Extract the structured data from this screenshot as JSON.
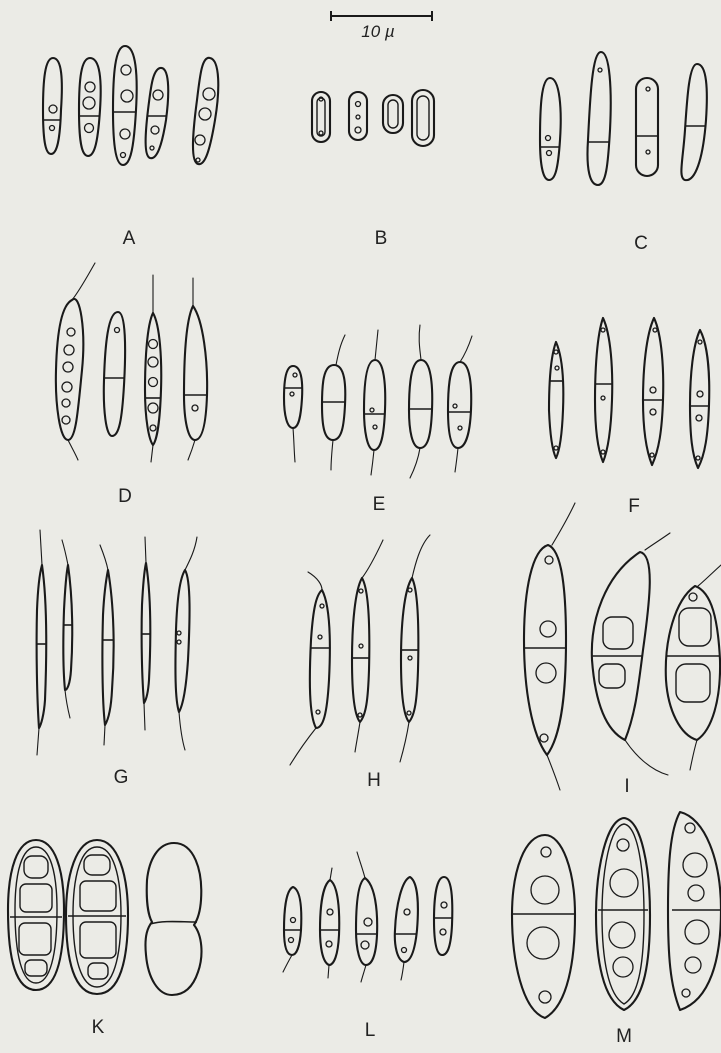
{
  "scale_bar": {
    "label": "10 µ"
  },
  "panels": [
    {
      "id": "A",
      "label": "A"
    },
    {
      "id": "B",
      "label": "B"
    },
    {
      "id": "C",
      "label": "C"
    },
    {
      "id": "D",
      "label": "D"
    },
    {
      "id": "E",
      "label": "E"
    },
    {
      "id": "F",
      "label": "F"
    },
    {
      "id": "G",
      "label": "G"
    },
    {
      "id": "H",
      "label": "H"
    },
    {
      "id": "I",
      "label": "I"
    },
    {
      "id": "K",
      "label": "K"
    },
    {
      "id": "L",
      "label": "L"
    },
    {
      "id": "M",
      "label": "M"
    }
  ]
}
